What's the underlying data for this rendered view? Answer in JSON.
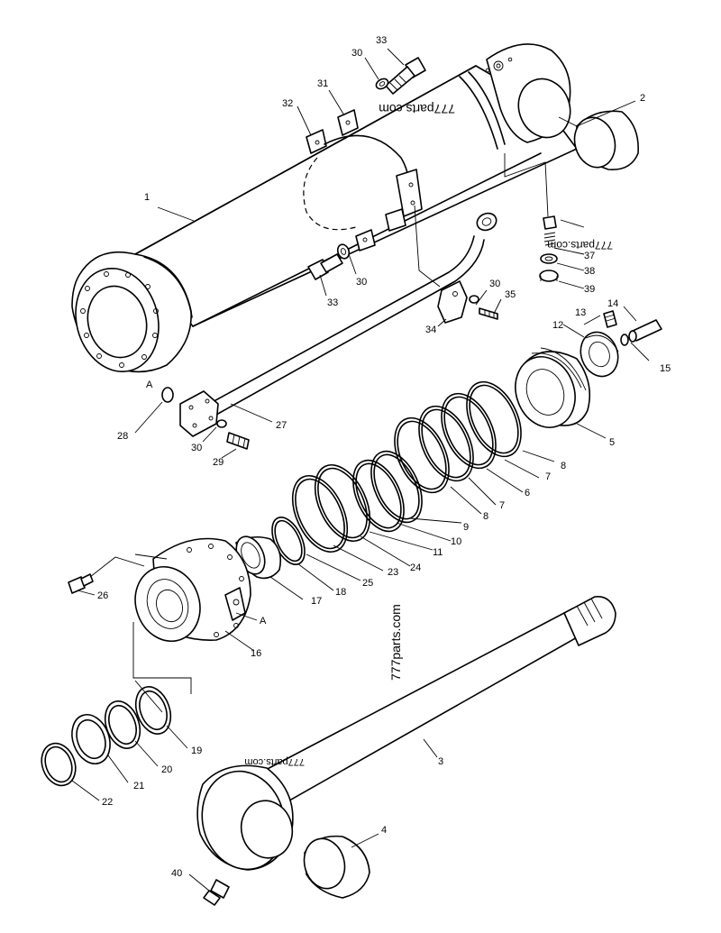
{
  "watermark": "777parts.com",
  "callouts": [
    "1",
    "2",
    "3",
    "4",
    "5",
    "6",
    "7",
    "7",
    "8",
    "8",
    "9",
    "10",
    "11",
    "12",
    "13",
    "14",
    "15",
    "16",
    "17",
    "18",
    "19",
    "20",
    "21",
    "22",
    "23",
    "24",
    "25",
    "26",
    "27",
    "28",
    "29",
    "30",
    "30",
    "30",
    "30",
    "31",
    "32",
    "33",
    "33",
    "34",
    "35",
    "37",
    "38",
    "39",
    "40",
    "A",
    "A"
  ]
}
